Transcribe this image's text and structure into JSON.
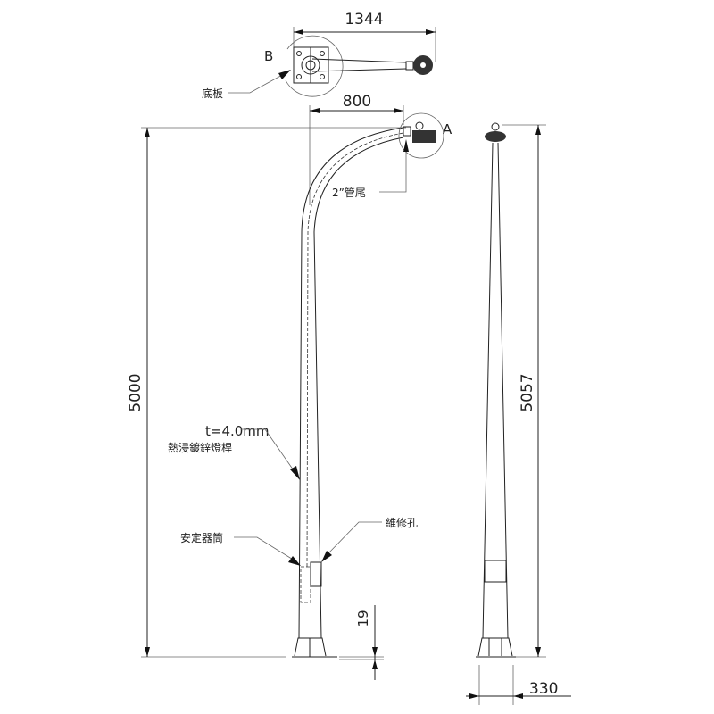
{
  "dimensions": {
    "arm_span": "1344",
    "arm_reach": "800",
    "pole_height": "5000",
    "total_height": "5057",
    "base_height": "19",
    "base_width": "330"
  },
  "labels": {
    "detail_a": "A",
    "detail_b": "B",
    "base_plate": "底板",
    "pipe_tail": "2”管尾",
    "thickness": "t=4.0mm",
    "pole_material": "熱浸鍍鋅燈桿",
    "ballast_box": "安定器筒",
    "maintenance_hole": "維修孔"
  }
}
